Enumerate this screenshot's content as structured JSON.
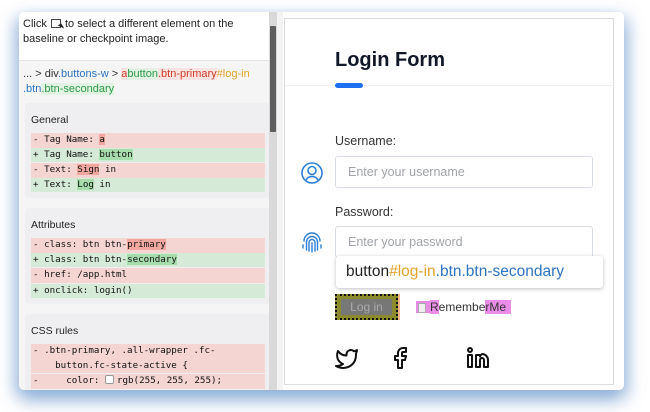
{
  "inspector": {
    "hint": {
      "before": "Click",
      "icon": "select-element-icon",
      "after": "to select a different element on the baseline or checkpoint image."
    },
    "breadcrumb": {
      "prefix": "... > ",
      "parent_tag": "div",
      "parent_class": ".buttons-w",
      "sep": " > ",
      "old_tag": "a",
      "new_tag": "button",
      "old_class": ".btn-primary",
      "new_id": "#log-in",
      "new_class1": ".btn",
      "new_class2": ".btn-secondary"
    },
    "sections": [
      {
        "title": "General",
        "rows": [
          {
            "type": "del",
            "sign": "- ",
            "text": "Tag Name: ",
            "hl": "a",
            "rest": ""
          },
          {
            "type": "add",
            "sign": "+ ",
            "text": "Tag Name: ",
            "hl": "button",
            "rest": ""
          },
          {
            "type": "del",
            "sign": "- ",
            "text": "Text: ",
            "hl": "Sign",
            "rest": " in"
          },
          {
            "type": "add",
            "sign": "+ ",
            "text": "Text: ",
            "hl": "Log",
            "rest": " in"
          }
        ]
      },
      {
        "title": "Attributes",
        "rows": [
          {
            "type": "del",
            "sign": "- ",
            "text": "class: btn btn-",
            "hl": "primary",
            "rest": ""
          },
          {
            "type": "add",
            "sign": "+ ",
            "text": "class: btn btn-",
            "hl": "secondary",
            "rest": ""
          },
          {
            "type": "del",
            "sign": "- ",
            "text": "href: /app.html",
            "hl": "",
            "rest": ""
          },
          {
            "type": "add",
            "sign": "+ ",
            "text": "onclick: login()",
            "hl": "",
            "rest": ""
          }
        ]
      },
      {
        "title": "CSS rules",
        "rows": [
          {
            "type": "del",
            "sign": "- ",
            "text": ".btn-primary, .all-wrapper .fc-",
            "hl": "",
            "rest": ""
          },
          {
            "type": "del",
            "sign": "  ",
            "text": "  button.fc-state-active {",
            "hl": "",
            "rest": ""
          },
          {
            "type": "del",
            "sign": "- ",
            "text": "    color: ",
            "hl": "",
            "rest": "rgb(255, 255, 255);",
            "swatch": "#ffffff"
          }
        ]
      }
    ]
  },
  "preview": {
    "title": "Login Form",
    "accent": "#1e6ff0",
    "username": {
      "label": "Username:",
      "placeholder": "Enter your username",
      "icon": "user-circle-icon"
    },
    "password": {
      "label": "Password:",
      "placeholder": "Enter your password",
      "icon": "fingerprint-icon"
    },
    "tooltip": {
      "tag": "button",
      "id": "#log-in",
      "classes": ".btn.btn-secondary"
    },
    "login_button": "Log in",
    "remember": {
      "r": "R",
      "mid": "ememb",
      "e": "e",
      "r2": "r",
      "space": " ",
      "me": "Me"
    },
    "social": [
      "twitter-icon",
      "facebook-icon",
      "linkedin-icon"
    ]
  }
}
